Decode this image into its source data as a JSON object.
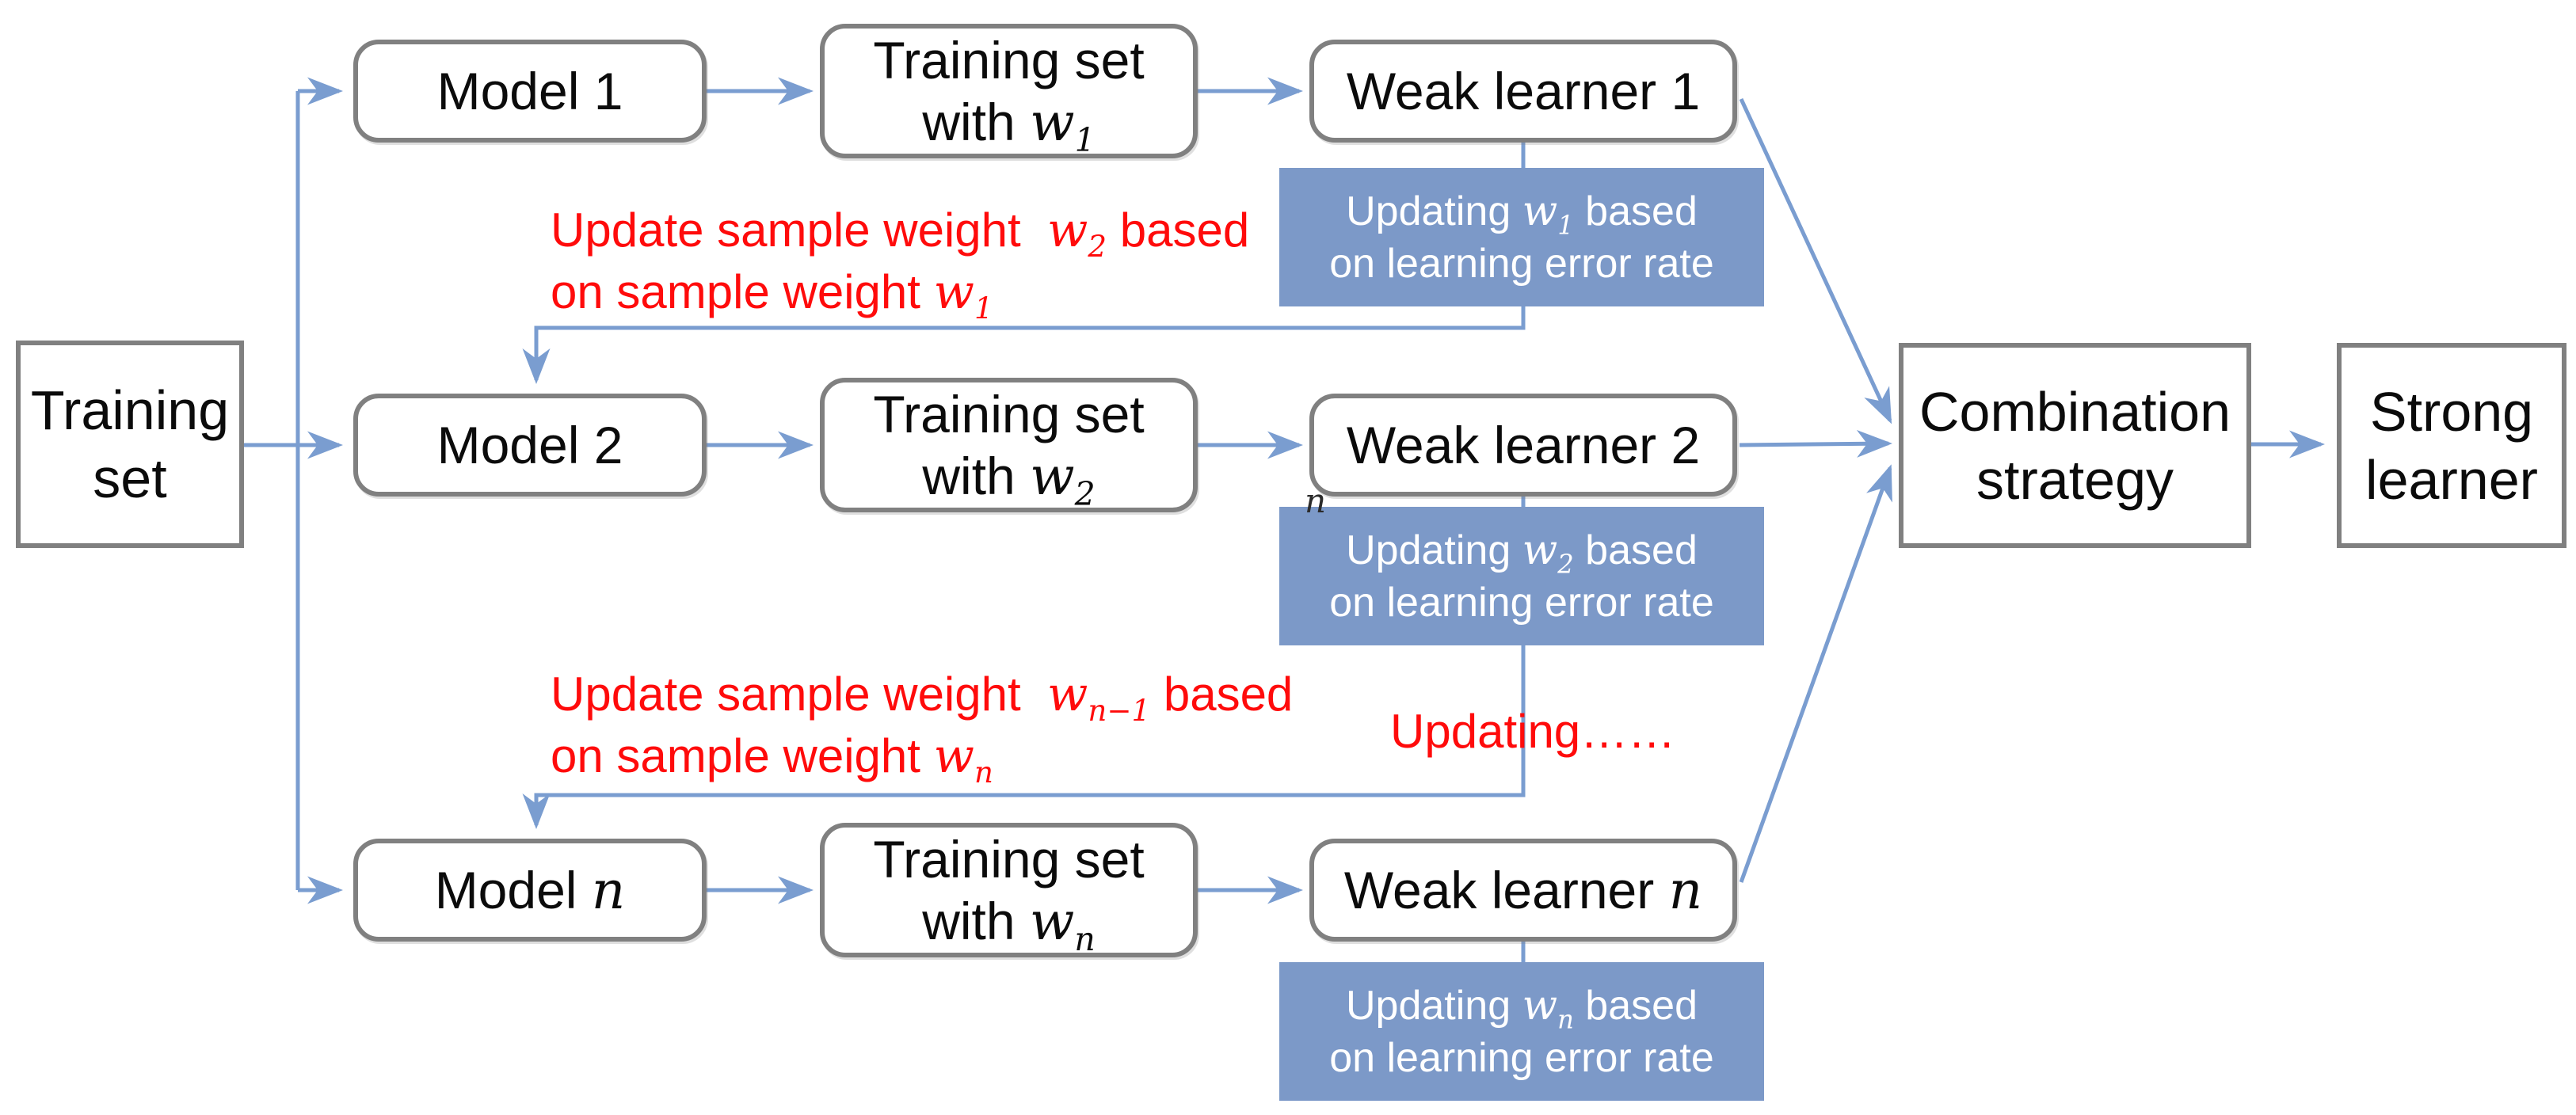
{
  "colors": {
    "arrow": "#7A9DD0",
    "border": "#808080",
    "blue-fill": "#7C99C8",
    "blue-text": "#FFFFFF",
    "red": "#FF0B0B",
    "ink": "#0B0B0B"
  },
  "nodes": {
    "training_set": "Training<br>set",
    "combination": "Combination<br>strategy",
    "strong": "Strong<br>learner"
  },
  "rows": [
    {
      "model": "Model 1",
      "train": "Training set<br>with <i class=\"mi\">w</i><sub class=\"mi\">1</sub>",
      "learner": "Weak learner 1",
      "update": "Updating <i class=\"mi\">w</i><sub class=\"mi\">1</sub> based<br>on learning error rate"
    },
    {
      "model": "Model 2",
      "train": "Training set<br>with <i class=\"mi\">w</i><sub class=\"mi\">2</sub>",
      "learner": "Weak learner 2",
      "update": "Updating <i class=\"mi\">w</i><sub class=\"mi\">2</sub> based<br>on learning error rate"
    },
    {
      "model": "Model <i class=\"mi\">n</i>",
      "train": "Training set<br>with <i class=\"mi\">w</i><sub class=\"mi\">n</sub>",
      "learner": "Weak learner <i class=\"mi\">n</i>",
      "update": "Updating <i class=\"mi\">w</i><sub class=\"mi\">n</sub> based<br>on learning error rate"
    }
  ],
  "annotations": {
    "red_note_1": "Update sample weight&nbsp; <i class=\"mi\">w</i><sub class=\"mi\">2</sub> based<br>on sample weight <i class=\"mi\">w</i><sub class=\"mi\">1</sub>",
    "red_note_2": "Update sample weight&nbsp; <i class=\"mi\">w</i><sub class=\"mi\">n&#8722;1</sub> based<br>on sample weight <i class=\"mi\">w</i><sub class=\"mi\">n</sub>",
    "updating_ellipsis": "Updating……",
    "stray_n": "n"
  }
}
